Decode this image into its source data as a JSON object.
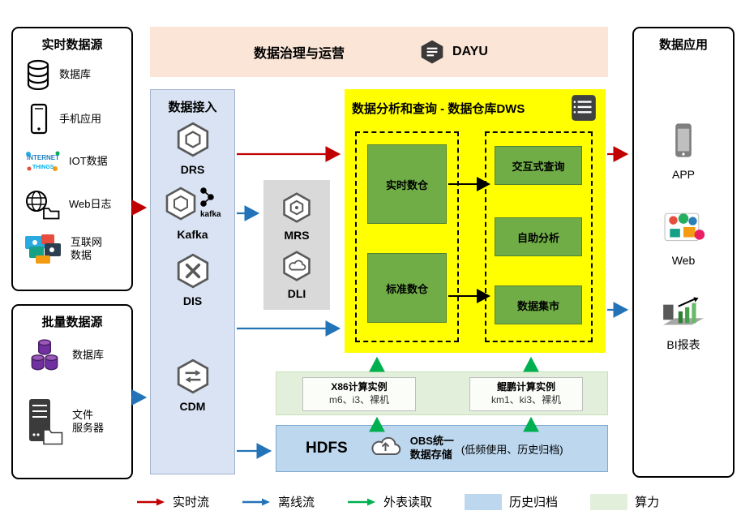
{
  "realtime_sources": {
    "title": "实时数据源",
    "items": [
      {
        "label": "数据库",
        "icon": "database-icon"
      },
      {
        "label": "手机应用",
        "icon": "phone-icon"
      },
      {
        "label": "IOT数据",
        "icon": "iot-icon"
      },
      {
        "label": "Web日志",
        "icon": "weblog-icon"
      },
      {
        "label": "互联网\n数据",
        "icon": "internet-collage-icon"
      }
    ]
  },
  "batch_sources": {
    "title": "批量数据源",
    "items": [
      {
        "label": "数据库",
        "icon": "purple-database-icon"
      },
      {
        "label": "文件\n服务器",
        "icon": "file-server-icon"
      }
    ]
  },
  "governance": {
    "title": "数据治理与运营",
    "product": "DAYU",
    "icon": "dayu-icon"
  },
  "ingestion": {
    "title": "数据接入",
    "services": [
      {
        "name": "DRS",
        "icon": "drs-hexagon-icon"
      },
      {
        "name": "Kafka",
        "icon": "kafka-hexagon-icon",
        "logo_text": "kafka"
      },
      {
        "name": "DIS",
        "icon": "dis-hexagon-icon"
      },
      {
        "name": "CDM",
        "icon": "cdm-hexagon-icon"
      }
    ]
  },
  "processing": {
    "services": [
      {
        "name": "MRS",
        "icon": "mrs-hexagon-icon"
      },
      {
        "name": "DLI",
        "icon": "dli-hexagon-icon"
      }
    ]
  },
  "warehouse": {
    "title": "数据分析和查询 - 数据仓库DWS",
    "icon": "dws-notebook-icon",
    "realtime_dw": "实时数仓",
    "standard_dw": "标准数仓",
    "interactive_query": "交互式查询",
    "self_service_analysis": "自助分析",
    "data_mart": "数据集市"
  },
  "compute": {
    "instances": [
      {
        "name": "X86计算实例",
        "spec": "m6、i3、裸机"
      },
      {
        "name": "鲲鹏计算实例",
        "spec": "km1、ki3、裸机"
      }
    ]
  },
  "storage": {
    "hdfs": "HDFS",
    "obs_label": "OBS统一\n数据存储",
    "obs_icon": "obs-cloud-upload-icon",
    "note": "(低频使用、历史归档)"
  },
  "applications": {
    "title": "数据应用",
    "items": [
      {
        "label": "APP",
        "icon": "app-phone-icon"
      },
      {
        "label": "Web",
        "icon": "web-collage-icon"
      },
      {
        "label": "BI报表",
        "icon": "bi-report-icon"
      }
    ]
  },
  "legend": {
    "items": [
      {
        "label": "实时流",
        "type": "arrow",
        "color": "#c00000"
      },
      {
        "label": "离线流",
        "type": "arrow",
        "color": "#2373b8"
      },
      {
        "label": "外表读取",
        "type": "arrow",
        "color": "#00b050"
      },
      {
        "label": "历史归档",
        "type": "swatch",
        "color": "#bdd7ee"
      },
      {
        "label": "算力",
        "type": "swatch",
        "color": "#e2efda"
      }
    ]
  },
  "icons": {
    "iot_word1": "INTERNET",
    "iot_word2": "THINGS"
  },
  "colors": {
    "governance_bg": "#fbe5d6",
    "ingestion_bg": "#dae3f3",
    "processing_bg": "#d9d9d9",
    "warehouse_bg": "#ffff00",
    "module_green": "#70ad47",
    "compute_bg": "#e2efda",
    "storage_bg": "#bdd7ee",
    "realtime_flow": "#c00000",
    "offline_flow": "#2373b8",
    "external_read": "#00b050"
  }
}
